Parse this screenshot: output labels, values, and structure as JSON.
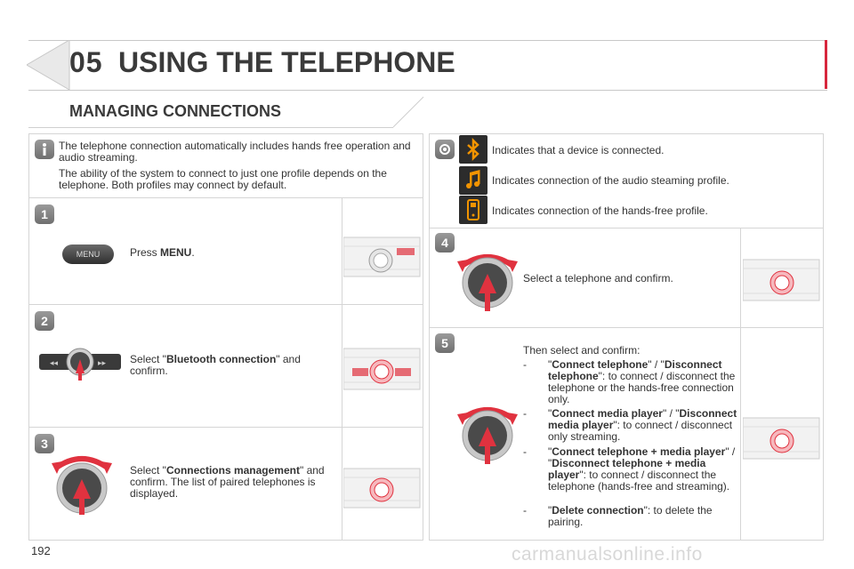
{
  "header": {
    "chapter": "05",
    "title": "USING THE TELEPHONE"
  },
  "section_title": "MANAGING CONNECTIONS",
  "info": {
    "p1": "The telephone connection automatically includes hands free operation and audio streaming.",
    "p2": "The ability of the system to connect to just one profile depends on the telephone. Both profiles may connect by default."
  },
  "steps": {
    "s1": {
      "num": "1",
      "button_label": "MENU",
      "pre": "Press ",
      "bold": "MENU",
      "post": "."
    },
    "s2": {
      "num": "2",
      "pre": "Select \"",
      "bold": "Bluetooth connection",
      "post": "\" and confirm."
    },
    "s3": {
      "num": "3",
      "pre": "Select \"",
      "bold": "Connections management",
      "post": "\" and confirm. The list of paired telephones is displayed."
    },
    "s4": {
      "num": "4",
      "text": "Select a telephone and confirm."
    },
    "s5": {
      "num": "5",
      "intro": "Then select and confirm:",
      "items": [
        {
          "dash": "-",
          "q1": "\"",
          "b1": "Connect telephone",
          "m1": "\" / \"",
          "b2": "Disconnect telephone",
          "rest": "\": to connect / disconnect the telephone or the hands-free connection only."
        },
        {
          "dash": "-",
          "q1": "\"",
          "b1": "Connect media player",
          "m1": "\" / \"",
          "b2": "Disconnect media player",
          "rest": "\": to connect / disconnect only streaming."
        },
        {
          "dash": "-",
          "q1": "\"",
          "b1": "Connect telephone + media player",
          "m1": "\" / \"",
          "b2": "Disconnect telephone + media player",
          "rest": "\": to connect / disconnect the telephone (hands-free and streaming)."
        },
        {
          "dash": "-",
          "q1": "\"",
          "b1": "Delete connection",
          "m1": "",
          "b2": "",
          "rest": "\": to delete the pairing."
        }
      ]
    }
  },
  "legend": [
    {
      "icon": "bluetooth-icon",
      "text": "Indicates that a device is connected."
    },
    {
      "icon": "music-note-icon",
      "text": "Indicates connection of the audio steaming profile."
    },
    {
      "icon": "phone-icon",
      "text": "Indicates connection of the hands-free profile."
    }
  ],
  "footer": {
    "page_number": "192",
    "watermark": "carmanualsonline.info"
  },
  "colors": {
    "accent_red": "#d7263d",
    "knob_red": "#e0323f",
    "icon_orange": "#f29400",
    "text": "#333333"
  }
}
